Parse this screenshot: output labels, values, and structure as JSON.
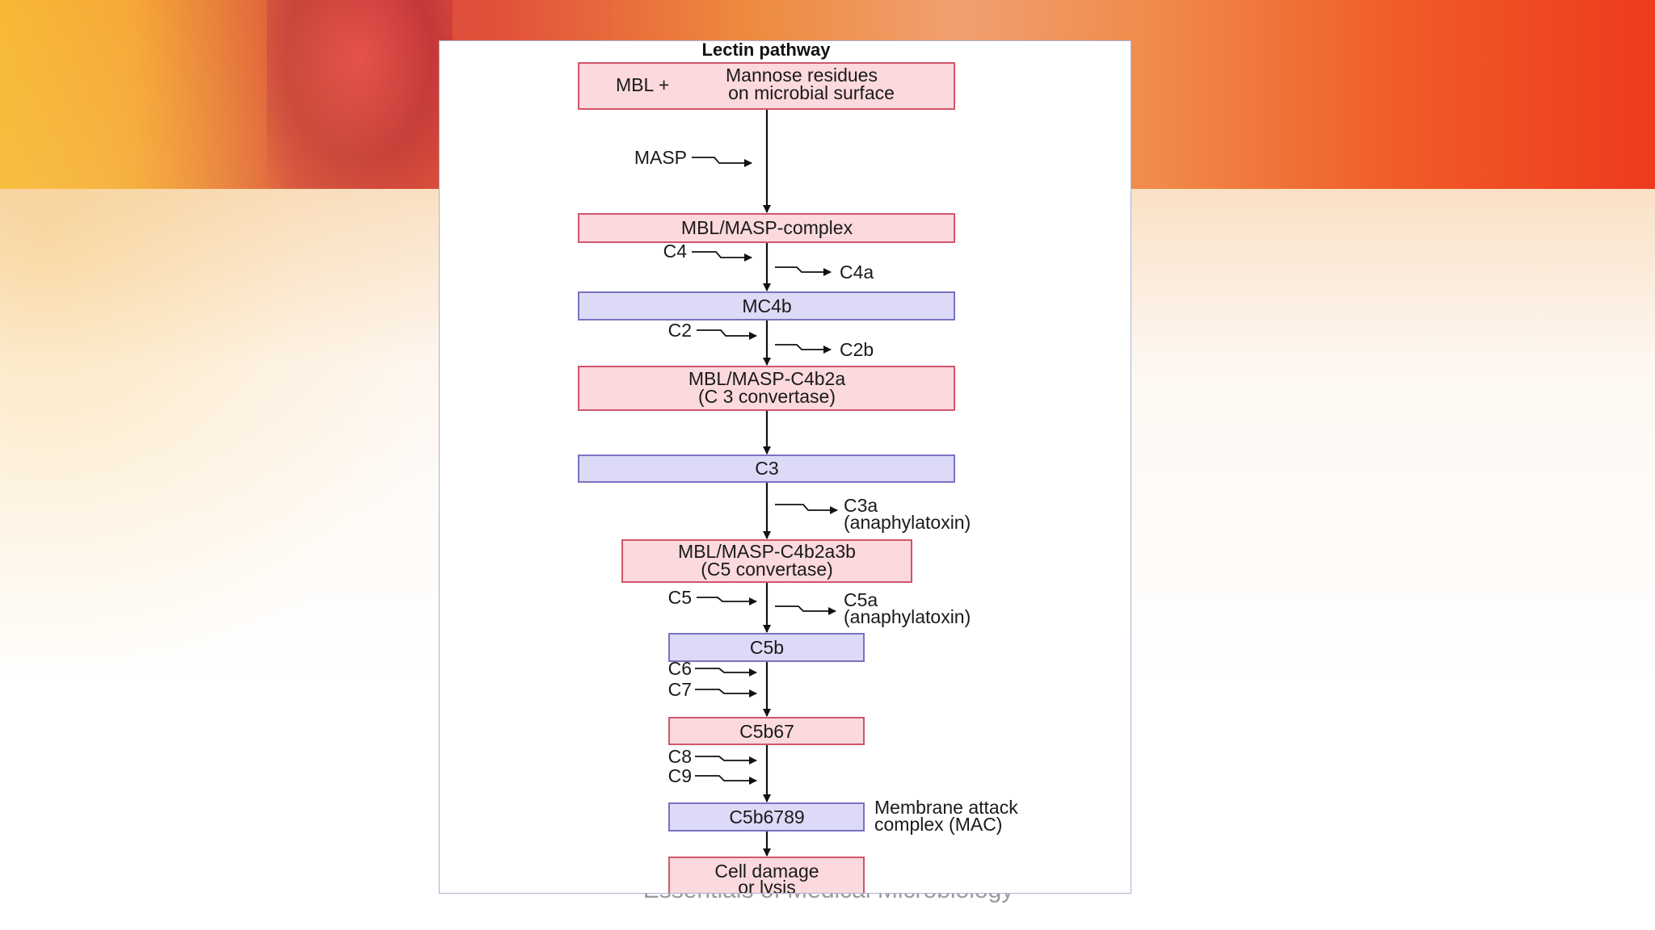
{
  "slide": {
    "caption": "Essentials of Medical Microbiology"
  },
  "diagram": {
    "title": "Lectin pathway",
    "colors": {
      "pink_fill": "#fbd9dd",
      "pink_stroke": "#d0566a",
      "blue_fill": "#dcdaf7",
      "blue_stroke": "#7a72c2",
      "arrow": "#111111"
    },
    "boxes": {
      "start_left": "MBL  +",
      "start_right_1": "Mannose residues",
      "start_right_2": "on microbial surface",
      "complex": "MBL/MASP-complex",
      "mc4b": "MC4b",
      "c3conv_1": "MBL/MASP-C4b2a",
      "c3conv_2": "(C 3 convertase)",
      "c3": "C3",
      "c5conv_1": "MBL/MASP-C4b2a3b",
      "c5conv_2": "(C5 convertase)",
      "c5b": "C5b",
      "c5b67": "C5b67",
      "c5b6789": "C5b6789",
      "lysis_1": "Cell damage",
      "lysis_2": "or lysis"
    },
    "inputs": {
      "masp": "MASP",
      "c4": "C4",
      "c2": "C2",
      "c5": "C5",
      "c6": "C6",
      "c7": "C7",
      "c8": "C8",
      "c9": "C9"
    },
    "outputs": {
      "c4a": "C4a",
      "c2b": "C2b",
      "c3a_1": "C3a",
      "c3a_2": "(anaphylatoxin)",
      "c5a_1": "C5a",
      "c5a_2": "(anaphylatoxin)"
    },
    "notes": {
      "mac_1": "Membrane attack",
      "mac_2": "complex (MAC)"
    }
  }
}
